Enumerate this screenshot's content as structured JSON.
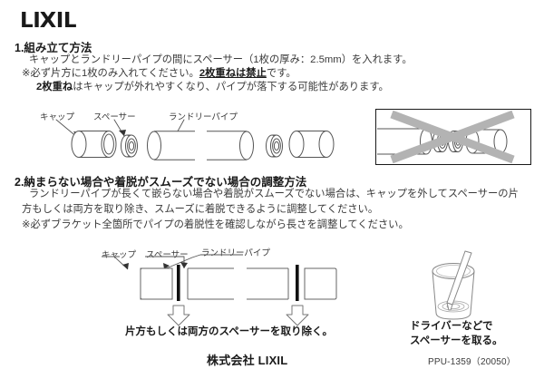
{
  "document": {
    "brand": "LIXIL",
    "brand_parts": {
      "left": "LI",
      "x": "X",
      "right": "IL"
    }
  },
  "sections": [
    {
      "heading": "1.組み立て方法",
      "lines": [
        {
          "pre": "キャップとランドリーパイプの間にスペーサー（1枚の厚み：2.5mm）を入れます。",
          "emphasis": "",
          "post": ""
        },
        {
          "pre": "※必ず片方に1枚のみ入れてください。",
          "emphasis": "2枚重ねは禁止",
          "emphasis_style": "underline",
          "post": "です。"
        },
        {
          "pre": "",
          "emphasis": "2枚重ね",
          "emphasis_style": "bold",
          "post": "はキャップが外れやすくなり、パイプが落下する可能性があります。"
        }
      ]
    },
    {
      "heading": "2.納まらない場合や着脱がスムーズでない場合の調整方法",
      "lines": [
        {
          "pre": "ランドリーパイプが長くて嵌らない場合や着脱がスムーズでない場合は、キャップを外してスペーサーの片",
          "emphasis": "",
          "post": ""
        },
        {
          "pre": "方もしくは両方を取り除き、スムーズに着脱できるように調整してください。",
          "emphasis": "",
          "post": ""
        },
        {
          "pre": "※必ずブラケット全箇所でパイプの着脱性を確認しながら長さを調整してください。",
          "emphasis": "",
          "post": ""
        }
      ]
    }
  ],
  "diagram_top": {
    "labels": {
      "cap": "キャップ",
      "spacer": "スペーサー",
      "pipe": "ランドリーパイプ"
    }
  },
  "diagram_ng": {
    "mark": "x-cross-mark",
    "mark_color": "#b3b3b3"
  },
  "diagram_bottom": {
    "labels": {
      "cap": "キャップ",
      "spacer": "スペーサー",
      "pipe": "ランドリーパイプ"
    },
    "caption": "片方もしくは両方のスペーサーを取り除く。"
  },
  "diagram_driver": {
    "caption_line1": "ドライバーなどで",
    "caption_line2": "スペーサーを取る。"
  },
  "footer": {
    "company": "株式会社 LIXIL",
    "code": "PPU-1359（20050）"
  }
}
